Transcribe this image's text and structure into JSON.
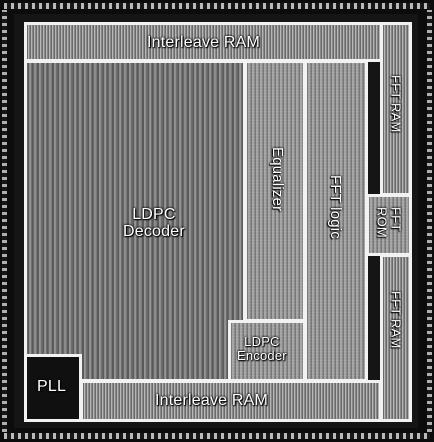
{
  "blocks": {
    "interleave_ram_top": "Interleave RAM",
    "interleave_ram_bottom": "Interleave RAM",
    "ldpc_decoder": "LDPC\nDecoder",
    "equalizer": "Equalizer",
    "fft_logic": "FFT logic",
    "fft_ram_top": "FFT RAM",
    "fft_rom": "FFT\nROM",
    "fft_ram_bottom": "FFT RAM",
    "ldpc_encoder": "LDPC\nEncoder",
    "pll": "PLL"
  }
}
